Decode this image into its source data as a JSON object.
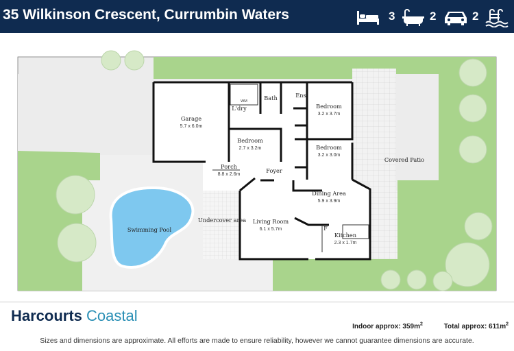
{
  "header": {
    "title": "35 Wilkinson Crescent, Currumbin Waters",
    "features": [
      {
        "icon": "bed-icon",
        "count": "3"
      },
      {
        "icon": "bath-icon",
        "count": "2"
      },
      {
        "icon": "car-icon",
        "count": "2"
      },
      {
        "icon": "pool-icon",
        "count": ""
      }
    ]
  },
  "plan": {
    "rooms": [
      {
        "name": "Garage",
        "dims": "5.7 x 6.0m"
      },
      {
        "name": "L'dry",
        "dims": ""
      },
      {
        "name": "WM",
        "dims": ""
      },
      {
        "name": "Bath",
        "dims": ""
      },
      {
        "name": "Ens",
        "dims": ""
      },
      {
        "name": "Bedroom",
        "dims": "3.2 x 3.7m"
      },
      {
        "name": "Bedroom",
        "dims": "2.7 x 3.2m"
      },
      {
        "name": "Bedroom",
        "dims": "3.2 x 3.0m"
      },
      {
        "name": "Porch",
        "dims": "8.8 x 2.6m"
      },
      {
        "name": "Foyer",
        "dims": ""
      },
      {
        "name": "Covered Patio",
        "dims": ""
      },
      {
        "name": "Dining Area",
        "dims": "5.9 x 3.9m"
      },
      {
        "name": "Swimming Pool",
        "dims": ""
      },
      {
        "name": "Undercover area",
        "dims": ""
      },
      {
        "name": "Living Room",
        "dims": "6.1 x 5.7m"
      },
      {
        "name": "F",
        "dims": ""
      },
      {
        "name": "Kitchen",
        "dims": "2.3 x 1.7m"
      }
    ]
  },
  "footer": {
    "brand_primary": "Harcourts",
    "brand_secondary": "Coastal",
    "indoor_label": "Indoor approx: 359m",
    "total_label": "Total approx: 611m",
    "area_unit_sup": "2",
    "disclaimer": "Sizes and dimensions are approximate. All efforts are made to ensure reliability, however we cannot guarantee dimensions are accurate."
  },
  "colors": {
    "header_bg": "#0f2b50",
    "lawn": "#a9d48c",
    "paving": "#eeeeee",
    "pool": "#7ec8ef",
    "brand_accent": "#2a8fb5"
  }
}
